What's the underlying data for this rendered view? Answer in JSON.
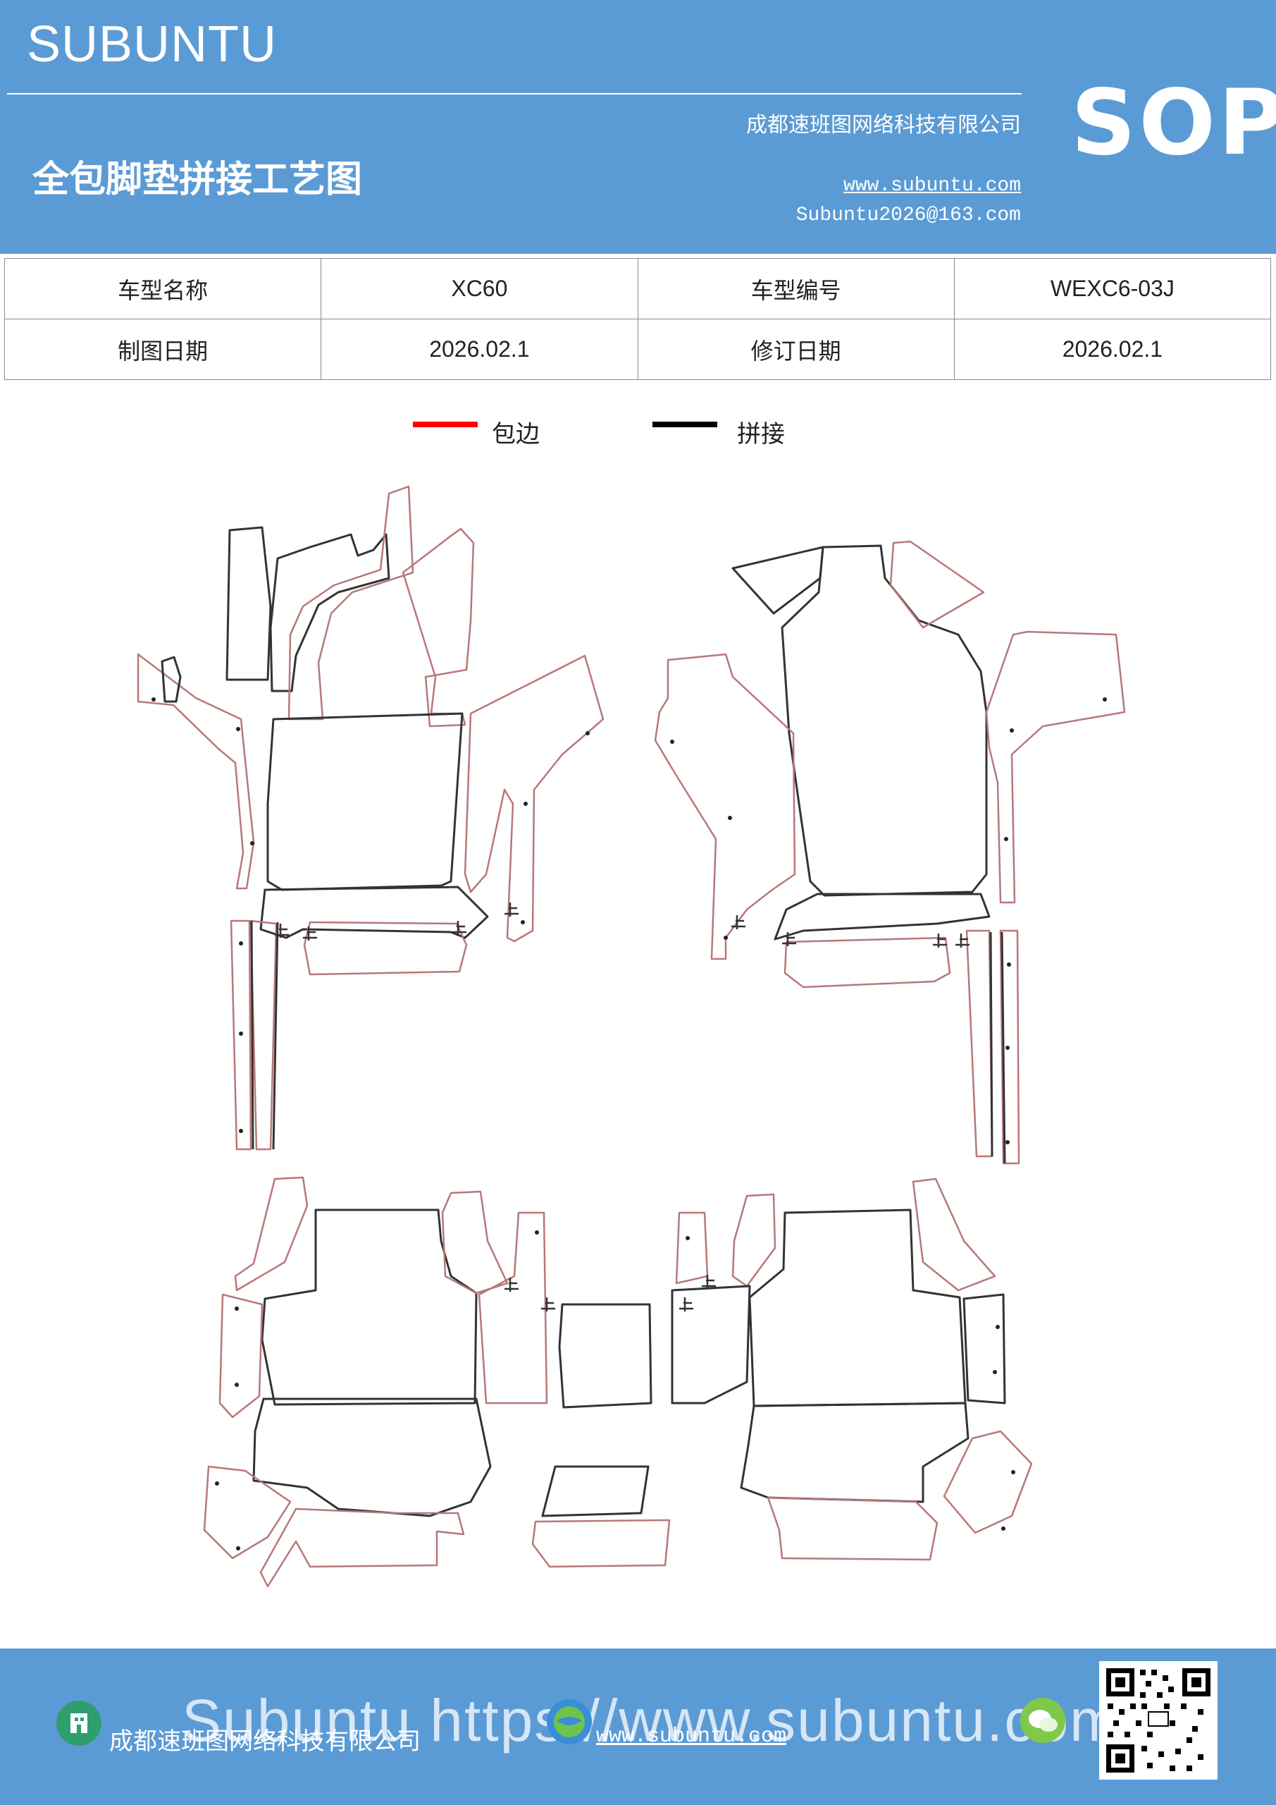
{
  "header": {
    "brand": "SUBUNTU",
    "company": "成都速班图网络科技有限公司",
    "title": "全包脚垫拼接工艺图",
    "website": "www.subuntu.com",
    "email": "Subuntu2026@163.com",
    "badge": "SOP"
  },
  "info_table": {
    "rows": [
      {
        "label1": "车型名称",
        "value1": "XC60",
        "label2": "车型编号",
        "value2": "WEXC6-03J"
      },
      {
        "label1": "制图日期",
        "value1": "2026.02.1",
        "label2": "修订日期",
        "value2": "2026.02.1"
      }
    ]
  },
  "legend": [
    {
      "label": "包边",
      "color": "#ff0000"
    },
    {
      "label": "拼接",
      "color": "#000000"
    }
  ],
  "footer": {
    "overlay_text": "Subuntu https://www.subuntu.com",
    "company": "成都速班图网络科技有限公司",
    "website": "www.subuntu.com"
  },
  "colors": {
    "header_bg": "#5b9bd5",
    "hem_line": "#b87878",
    "seam_line": "#333333"
  }
}
